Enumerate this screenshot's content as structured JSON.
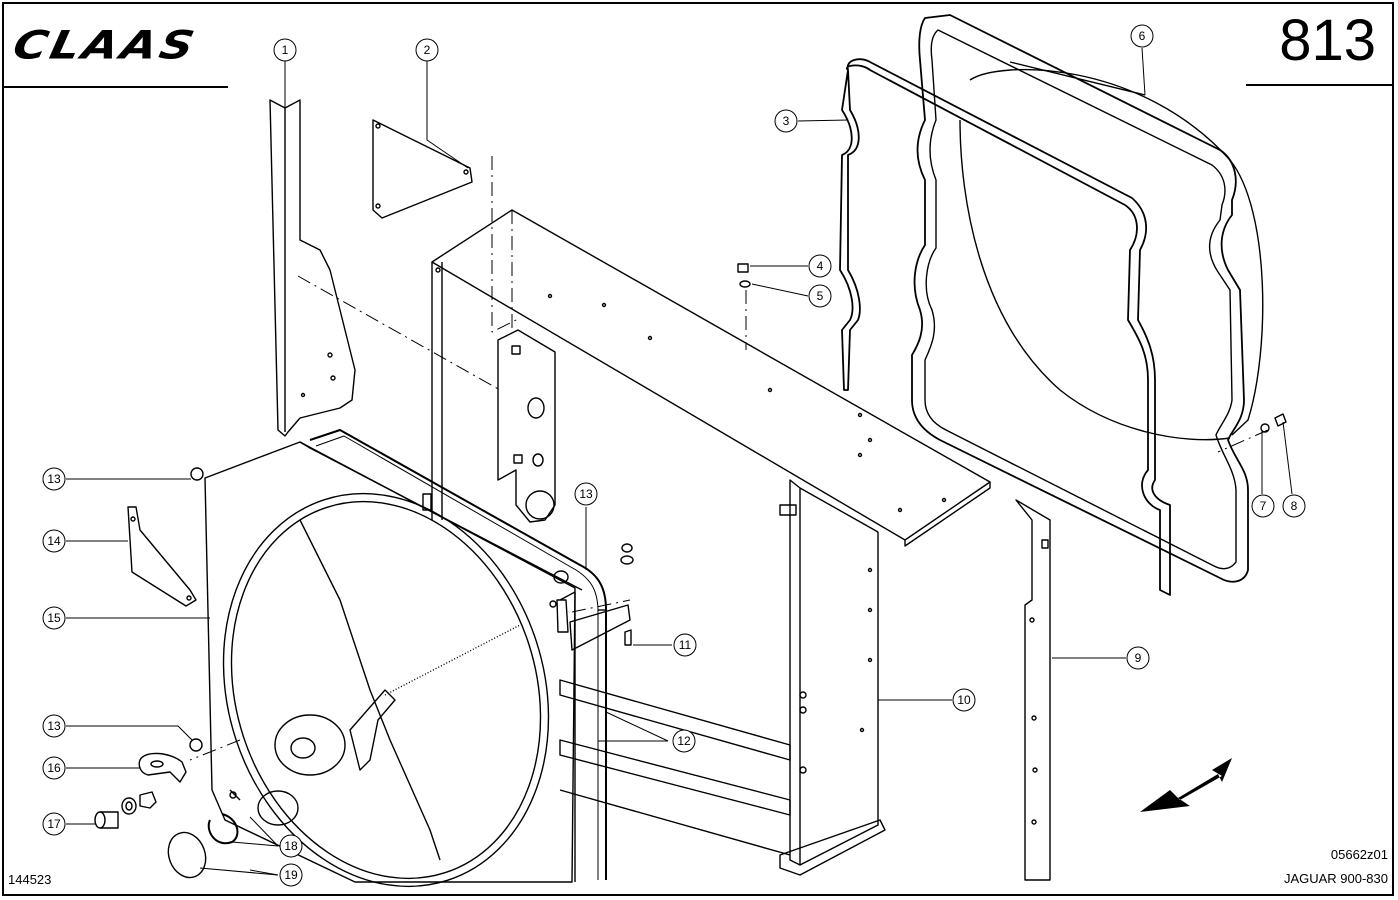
{
  "header": {
    "logo_text": "CLAAS",
    "page_number": "813"
  },
  "footer": {
    "drawing_number": "144523",
    "figure_code": "05662z01",
    "model": "JAGUAR 900-830"
  },
  "callouts": [
    "1",
    "2",
    "3",
    "4",
    "5",
    "6",
    "7",
    "8",
    "9",
    "10",
    "11",
    "12",
    "13",
    "13",
    "13",
    "14",
    "15",
    "16",
    "17",
    "18",
    "19"
  ],
  "icons": {
    "direction_arrow": "arrow-down-left-icon"
  }
}
